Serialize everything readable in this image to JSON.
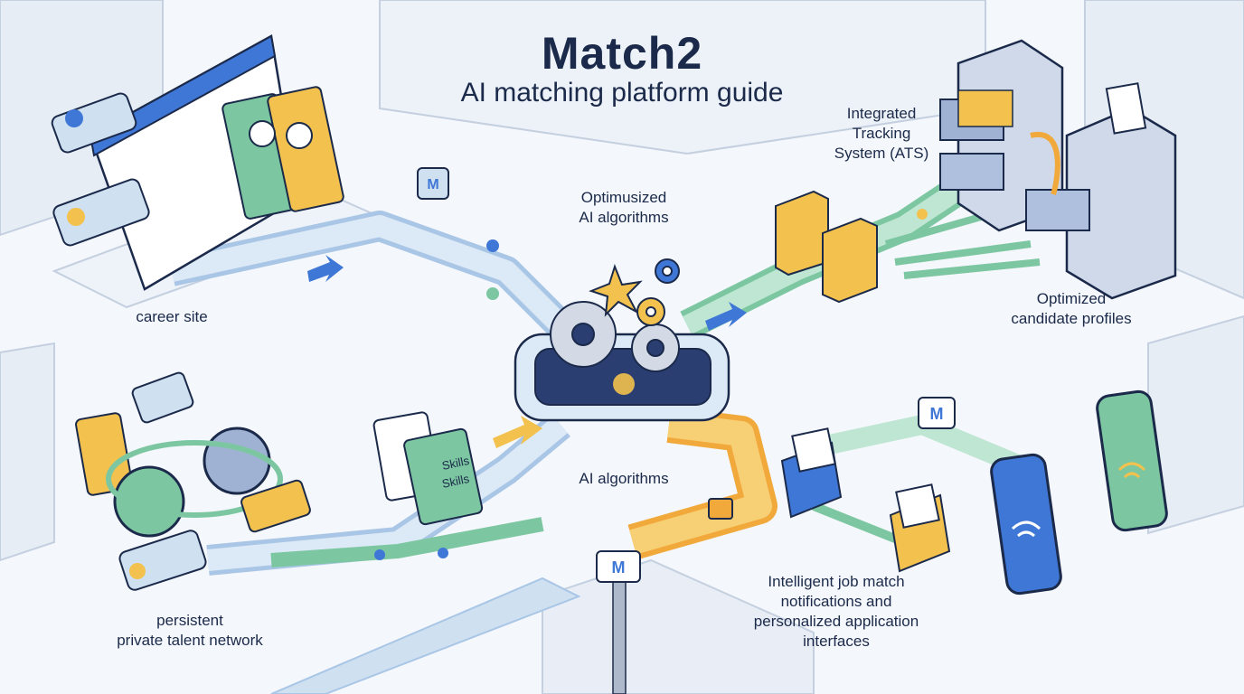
{
  "header": {
    "title": "Match2",
    "subtitle": "AI matching platform guide"
  },
  "labels": {
    "career_site": "career site",
    "talent_network": [
      "persistent",
      "private talent network"
    ],
    "ai_algorithms_top": [
      "Optimusized",
      "AI algorithms"
    ],
    "ai_algorithms_bottom": "AI algorithms",
    "ats": [
      "Integrated",
      "Tracking",
      "System (ATS)"
    ],
    "optimized_profiles": [
      "Optimized",
      "candidate profiles"
    ],
    "notifications": [
      "Intelligent job match",
      "notifications and",
      "personalized application",
      "interfaces"
    ]
  },
  "badges": {
    "skills_1": "Skills",
    "skills_2": "Skills",
    "logo_letter": "M"
  },
  "colors": {
    "navy": "#1b2a4a",
    "blue": "#3f77d6",
    "pale_blue": "#cfe0f1",
    "green": "#7cc7a1",
    "yellow": "#f2c14e",
    "orange": "#f0a93a",
    "grey": "#aeb9cc",
    "background": "#f4f7fb"
  }
}
